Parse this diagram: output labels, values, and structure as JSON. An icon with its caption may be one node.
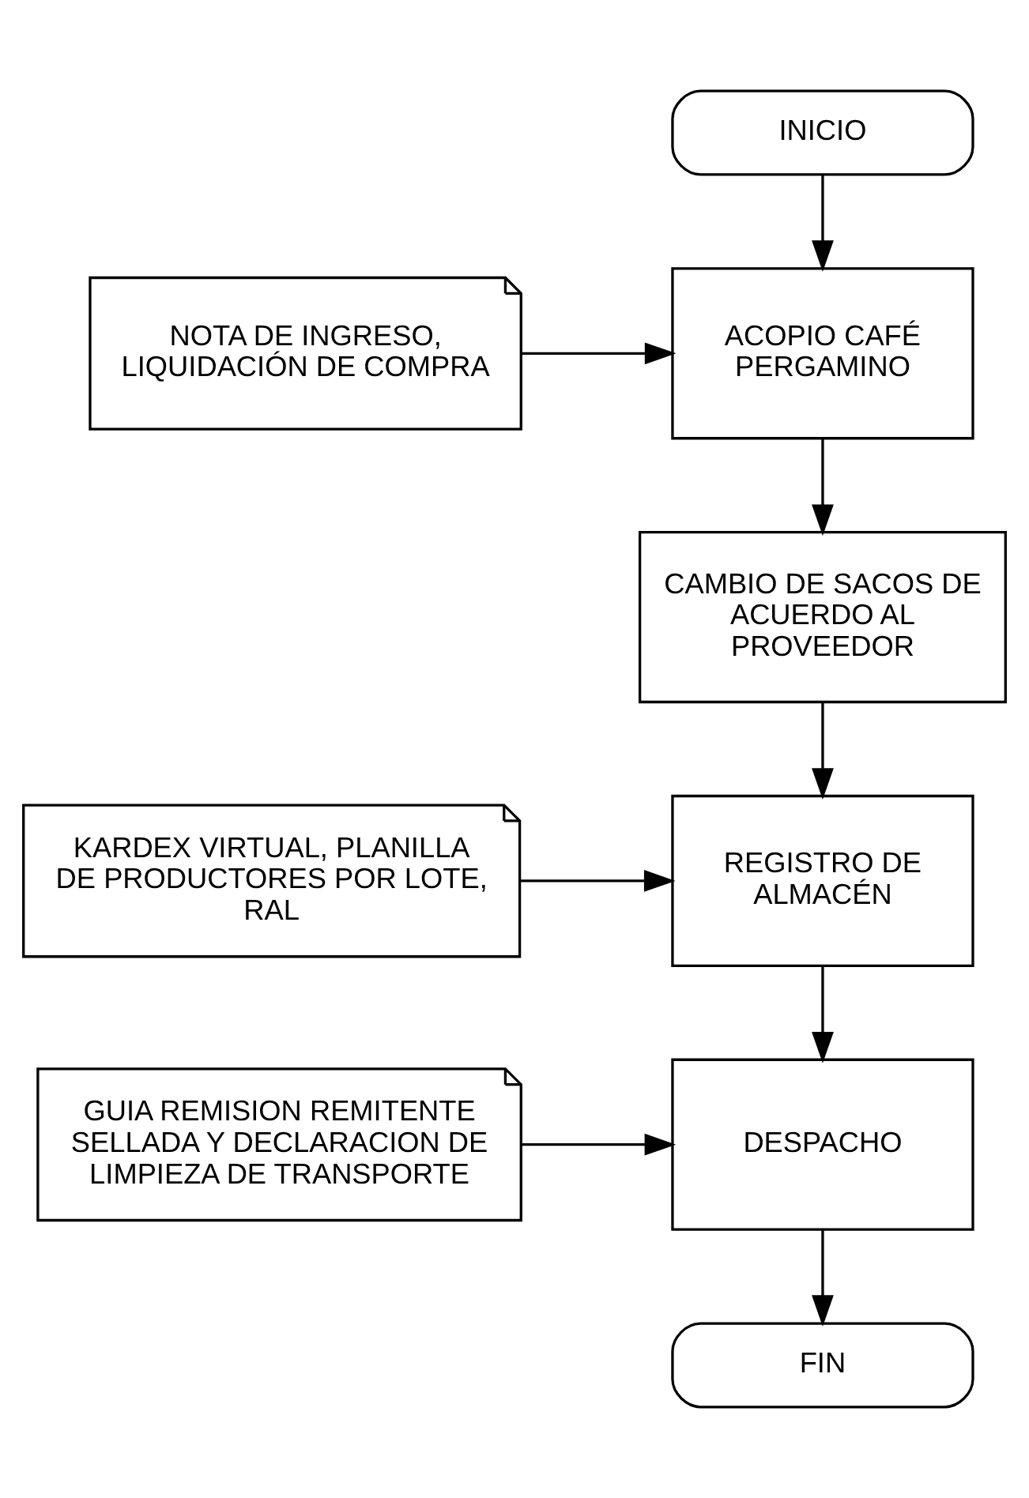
{
  "diagram": {
    "nodes": [
      {
        "text": [
          "INICIO"
        ]
      },
      {
        "text": [
          "NOTA DE INGRESO, LIQUIDACIÓN DE COMPRA"
        ]
      },
      {
        "text": [
          "ACOPIO CAFÉ PERGAMINO"
        ]
      },
      {
        "text": [
          "CAMBIO DE SACOS DE ACUERDO AL PROVEEDOR"
        ]
      },
      {
        "text": [
          "KARDEX VIRTUAL, PLANILLA DE PRODUCTORES POR LOTE, RAL"
        ]
      },
      {
        "text": [
          "REGISTRO DE ALMACÉN"
        ]
      },
      {
        "text": [
          "GUIA REMISION REMITENTE SELLADA Y DECLARACION DE LIMPIEZA DE TRANSPORTE"
        ]
      },
      {
        "text": [
          "DESPACHO"
        ]
      },
      {
        "text": [
          "FIN"
        ]
      }
    ],
    "edges": [
      {
        "from": 0,
        "to": 2,
        "arrow": "to"
      },
      {
        "from": 1,
        "to": 2,
        "arrow": "to"
      },
      {
        "from": 2,
        "to": 3,
        "arrow": "to"
      },
      {
        "from": 3,
        "to": 5,
        "arrow": "to"
      },
      {
        "from": 4,
        "to": 5,
        "arrow": "to"
      },
      {
        "from": 5,
        "to": 7,
        "arrow": "to"
      },
      {
        "from": 6,
        "to": 7,
        "arrow": "to"
      },
      {
        "from": 7,
        "to": 8,
        "arrow": "to"
      }
    ]
  }
}
